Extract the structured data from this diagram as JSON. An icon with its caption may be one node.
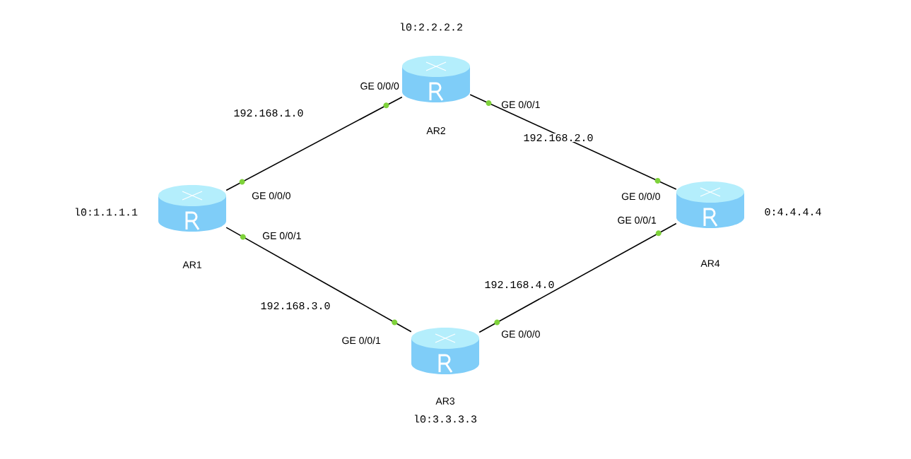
{
  "diagram": {
    "nodes": [
      {
        "text": [
          "AR1"
        ],
        "beside": [
          "l0:1.1.1.1",
          "GE 0/0/0",
          "GE 0/0/1"
        ]
      },
      {
        "text": [
          "AR2"
        ],
        "beside": [
          "l0:2.2.2.2",
          "GE 0/0/0",
          "GE 0/0/1"
        ]
      },
      {
        "text": [
          "AR3"
        ],
        "beside": [
          "l0:3.3.3.3",
          "GE 0/0/1",
          "GE 0/0/0"
        ]
      },
      {
        "text": [
          "AR4"
        ],
        "beside": [
          "0:4.4.4.4",
          "GE 0/0/0",
          "GE 0/0/1"
        ]
      }
    ],
    "edges": [
      {
        "from": 0,
        "to": 1,
        "arrow": "none",
        "label": "192.168.1.0"
      },
      {
        "from": 1,
        "to": 3,
        "arrow": "none",
        "label": "192.168.2.0"
      },
      {
        "from": 0,
        "to": 2,
        "arrow": "none",
        "label": "192.168.3.0"
      },
      {
        "from": 2,
        "to": 3,
        "arrow": "none",
        "label": "192.168.4.0"
      }
    ]
  }
}
